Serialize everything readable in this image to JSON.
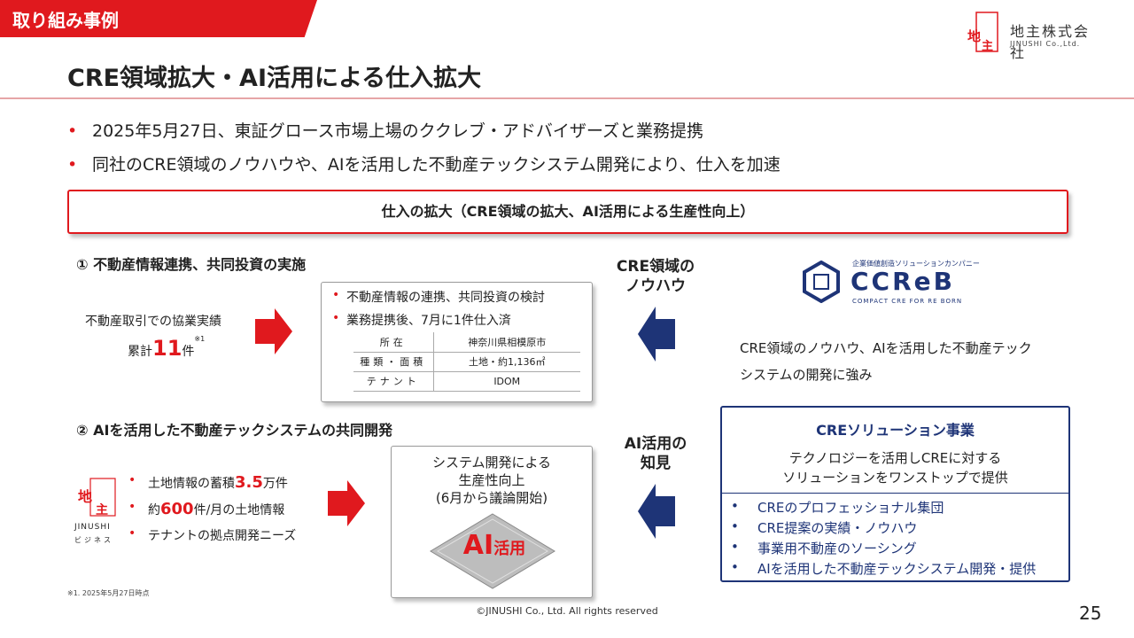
{
  "header": {
    "section_tag": "取り組み事例",
    "company_name": "地主株式会社",
    "company_en": "JINUSHI Co.,Ltd.",
    "logo_mark_text": "地主",
    "title": "CRE領域拡大・AI活用による仕入拡大"
  },
  "bullets": [
    "2025年5月27日、東証グロース市場上場のククレブ・アドバイザーズと業務提携",
    "同社のCRE領域のノウハウや、AIを活用した不動産テックシステム開発により、仕入を加速"
  ],
  "banner": "仕入の拡大（CRE領域の拡大、AI活用による生産性向上）",
  "section1": {
    "title": "① 不動産情報連携、共同投資の実施",
    "stat_label": "不動産取引での協業実績",
    "stat_prefix": "累計",
    "stat_value": "11",
    "stat_unit": "件",
    "stat_note": "※1",
    "box_items": [
      "不動産情報の連携、共同投資の検討",
      "業務提携後、7月に1件仕入済"
    ],
    "table": [
      {
        "key": "所在",
        "value": "神奈川県相模原市"
      },
      {
        "key": "種類・面積",
        "value": "土地・約1,136㎡"
      },
      {
        "key": "テナント",
        "value": "IDOM"
      }
    ]
  },
  "section2": {
    "title": "② AIを活用した不動産テックシステムの共同開発",
    "logo_text": "地主",
    "logo_en": "JINUSHI",
    "logo_kana": "ビジネス",
    "items": [
      {
        "pre": "土地情報の蓄積",
        "num": "3.5",
        "post": "万件"
      },
      {
        "pre": "約",
        "num": "600",
        "post": "件/月の土地情報"
      },
      {
        "pre": "テナントの拠点開発ニーズ",
        "num": "",
        "post": ""
      }
    ],
    "box_text": [
      "システム開発による",
      "生産性向上",
      "(6月から議論開始)"
    ],
    "ai_label": "AI",
    "ai_sub": "活用"
  },
  "middle": {
    "label1": [
      "CRE領域の",
      "ノウハウ"
    ],
    "label2": [
      "AI活用の",
      "知見"
    ]
  },
  "ccreb": {
    "tagline": "企業価値創造ソリューションカンパニー",
    "name": "CCReB",
    "sub": "COMPACT CRE FOR RE BORN",
    "description": [
      "CRE領域のノウハウ、AIを活用した不動産テック",
      "システムの開発に強み"
    ]
  },
  "cre_box": {
    "title": "CREソリューション事業",
    "description": [
      "テクノロジーを活用しCREに対する",
      "ソリューションをワンストップで提供"
    ],
    "items": [
      "CREのプロフェッショナル集団",
      "CRE提案の実績・ノウハウ",
      "事業用不動産のソーシング",
      "AIを活用した不動産テックシステム開発・提供"
    ]
  },
  "footer": {
    "footnote": "※1. 2025年5月27日時点",
    "copyright": "©JINUSHI Co., Ltd. All rights reserved",
    "page": "25"
  },
  "colors": {
    "accent": "#e0191e",
    "navy": "#1e3477"
  }
}
